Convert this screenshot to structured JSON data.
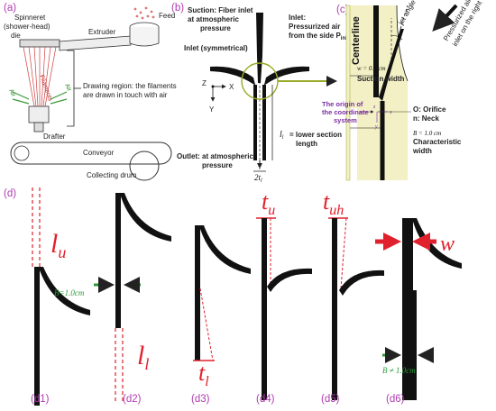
{
  "panel_a": {
    "tag": "(a)",
    "spinneret_line1": "Spinneret",
    "spinneret_line2": "(shower-head)",
    "die": "die",
    "feed": "Feed",
    "extruder": "Extruder",
    "filaments": "Filaments",
    "air_left": "Air",
    "air_right": "Air",
    "drawing_line1": "Drawing region: the filaments",
    "drawing_line2": "are drawn in touch with air",
    "drafter": "Drafter",
    "conveyor": "Conveyor",
    "drum": "Collecting drum"
  },
  "panel_b": {
    "tag": "(b)",
    "suction_line1": "Suction: Fiber inlet",
    "suction_line2": "at atmospheric",
    "suction_line3": "pressure",
    "inlet_sym": "Inlet (symmetrical)",
    "inlet_right_line1": "Inlet:",
    "inlet_right_line2": "Pressurized air",
    "inlet_right_line3": "from the side P",
    "inlet_right_sub": "inlet",
    "axis_z": "Z",
    "axis_x": "X",
    "axis_y": "Y",
    "lower_sym": "l",
    "lower_sub": "l",
    "lower_line1": "= lower section",
    "lower_line2": "length",
    "outlet_line1": "Outlet: at atmospheric",
    "outlet_line2": "pressure",
    "width_label": "2t",
    "width_sub": "l"
  },
  "panel_c": {
    "tag": "(c)",
    "centerline": "Centerline",
    "jet_angle": "jet angle",
    "pressurized_line1": "Pressurized air",
    "pressurized_line2": "inlet on the right",
    "w_val": "w = 0.5 cm",
    "suction_width": "Suction width",
    "origin_line1": "The origin of",
    "origin_line2": "the coordinate",
    "origin_line3": "system",
    "z": "z",
    "x": "x",
    "y": "y",
    "orifice": "O: Orifice",
    "neck": "n: Neck",
    "B_val": "B = 1.0 cm",
    "char_line1": "Characteristic",
    "char_line2": "width"
  },
  "panel_d": {
    "tag": "(d)",
    "lu": "l",
    "lu_sub": "u",
    "ll": "l",
    "ll_sub": "l",
    "tl": "t",
    "tl_sub": "l",
    "tu": "t",
    "tu_sub": "u",
    "tuh": "t",
    "tuh_sub": "uh",
    "w": "w",
    "B_eq": "B=1.0cm",
    "B_neq": "B ≠ 1.0cm",
    "labels": [
      "(d1)",
      "(d2)",
      "(d3)",
      "(d4)",
      "(d5)",
      "(d6)"
    ]
  },
  "colors": {
    "tag": "#b03bb0",
    "red": "#e0202c",
    "green": "#2a9a3a",
    "purple": "#7a2ea0",
    "olive": "#8a9a2a",
    "channel_fill": "#f2f0c4"
  }
}
